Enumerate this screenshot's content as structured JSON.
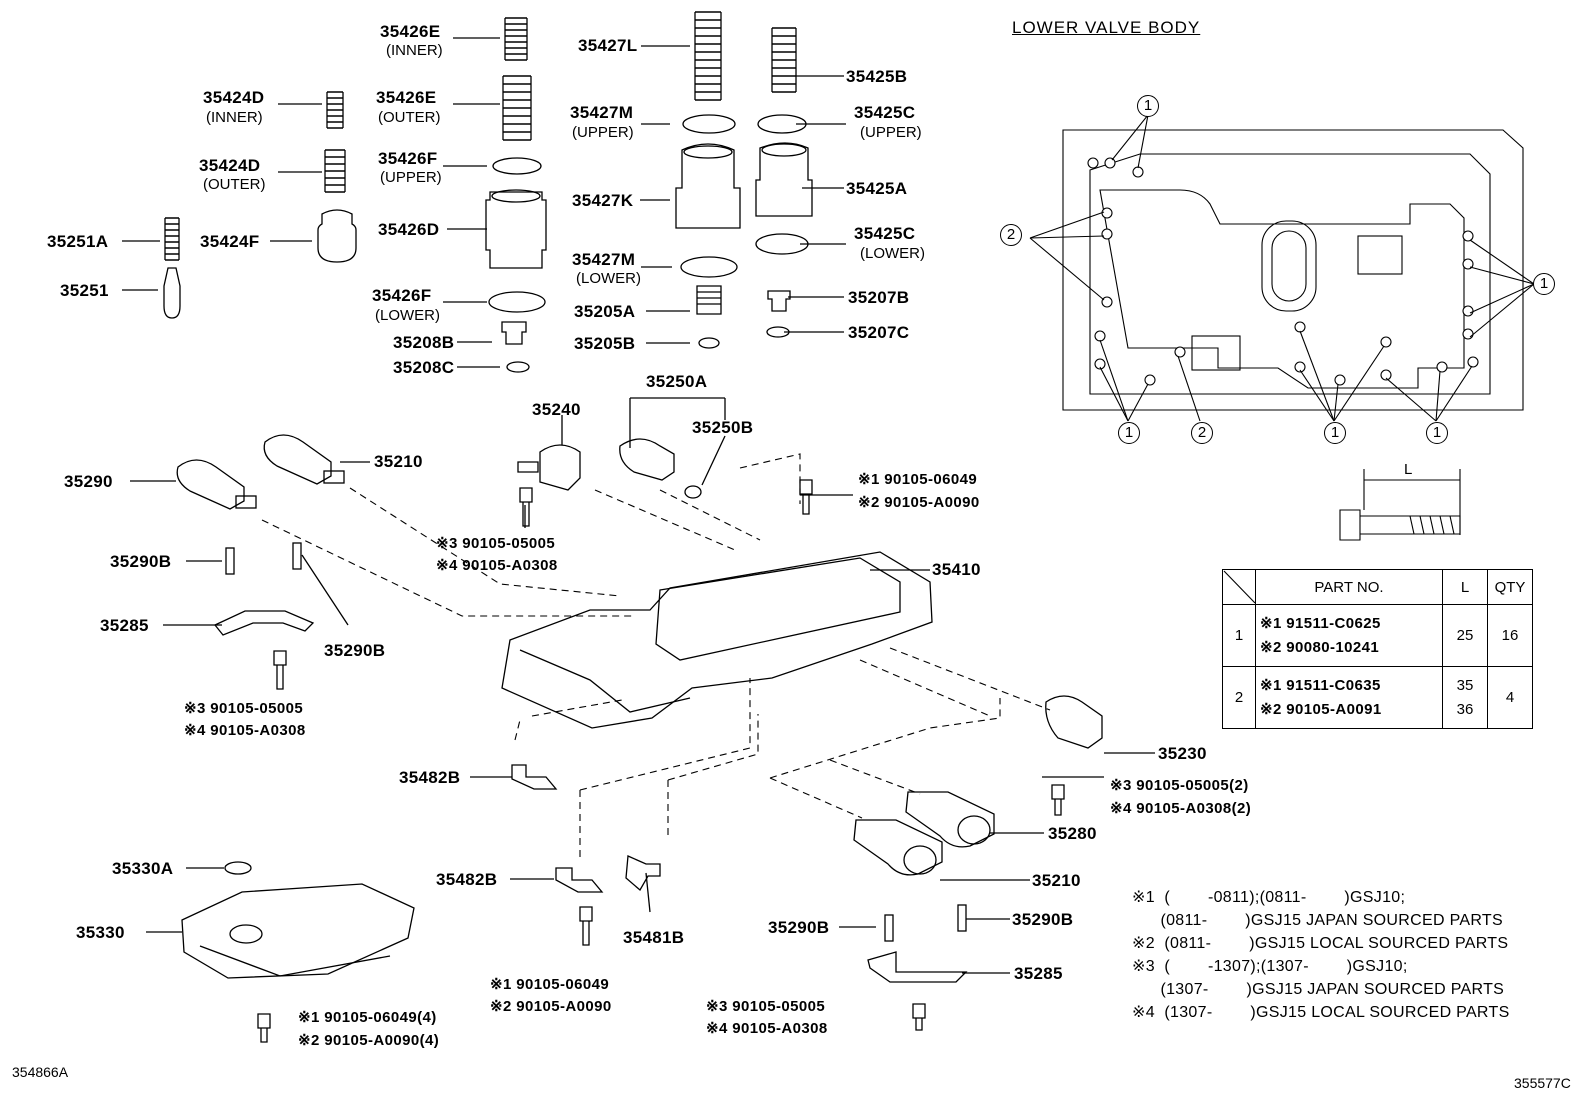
{
  "title": "LOWER VALVE BODY",
  "corner_left": "354866A",
  "corner_right": "355577C",
  "parts": {
    "p35426E_inner": "35426E",
    "p35426E_inner_sub": "(INNER)",
    "p35426E_outer": "35426E",
    "p35426E_outer_sub": "(OUTER)",
    "p35424D_inner": "35424D",
    "p35424D_inner_sub": "(INNER)",
    "p35424D_outer": "35424D",
    "p35424D_outer_sub": "(OUTER)",
    "p35426F_upper": "35426F",
    "p35426F_upper_sub": "(UPPER)",
    "p35251A": "35251A",
    "p35424F": "35424F",
    "p35426D": "35426D",
    "p35251": "35251",
    "p35426F_lower": "35426F",
    "p35426F_lower_sub": "(LOWER)",
    "p35208B": "35208B",
    "p35208C": "35208C",
    "p35427L": "35427L",
    "p35427M_upper": "35427M",
    "p35427M_upper_sub": "(UPPER)",
    "p35427K": "35427K",
    "p35427M_lower": "35427M",
    "p35427M_lower_sub": "(LOWER)",
    "p35205A": "35205A",
    "p35205B": "35205B",
    "p35425B": "35425B",
    "p35425C_upper": "35425C",
    "p35425C_upper_sub": "(UPPER)",
    "p35425A": "35425A",
    "p35425C_lower": "35425C",
    "p35425C_lower_sub": "(LOWER)",
    "p35207B": "35207B",
    "p35207C": "35207C",
    "p35250A": "35250A",
    "p35240": "35240",
    "p35250B": "35250B",
    "p35290": "35290",
    "p35210_top": "35210",
    "p35290B_a": "35290B",
    "p35285_a": "35285",
    "p35290B_b": "35290B",
    "p35410": "35410",
    "p35230": "35230",
    "p35482B_a": "35482B",
    "p35280": "35280",
    "p35330A": "35330A",
    "p35330": "35330",
    "p35482B_b": "35482B",
    "p35481B": "35481B",
    "p35210_bottom": "35210",
    "p35290B_c": "35290B",
    "p35290B_d": "35290B",
    "p35285_b": "35285"
  },
  "bolt_refs": {
    "r1a": "※1 90105-06049",
    "r2a": "※2 90105-A0090",
    "r3a": "※3 90105-05005",
    "r4a": "※4 90105-A0308",
    "r3b": "※3 90105-05005",
    "r4b": "※4 90105-A0308",
    "r3c": "※3 90105-05005(2)",
    "r4c": "※4 90105-A0308(2)",
    "r1d": "※1 90105-06049",
    "r2d": "※2 90105-A0090",
    "r1e": "※1 90105-06049(4)",
    "r2e": "※2 90105-A0090(4)",
    "r3f": "※3 90105-05005",
    "r4f": "※4 90105-A0308"
  },
  "callouts": {
    "one": "1",
    "two": "2"
  },
  "dimension_label": "L",
  "table": {
    "headers": [
      "",
      "PART NO.",
      "L",
      "QTY"
    ],
    "rows": [
      {
        "id": "1",
        "part1": "※1  91511-C0625",
        "part2": "※2  90080-10241",
        "L": "25",
        "qty": "16"
      },
      {
        "id": "2",
        "part1": "※1  91511-C0635",
        "part2": "※2  90105-A0091",
        "L1": "35",
        "L2": "36",
        "qty": "4"
      }
    ]
  },
  "notes": [
    "※1  (        -0811);(0811-        )GSJ10;",
    "      (0811-        )GSJ15 JAPAN SOURCED PARTS",
    "※2  (0811-        )GSJ15 LOCAL SOURCED PARTS",
    "※3  (        -1307);(1307-        )GSJ10;",
    "      (1307-        )GSJ15 JAPAN SOURCED PARTS",
    "※4  (1307-        )GSJ15 LOCAL SOURCED PARTS"
  ]
}
